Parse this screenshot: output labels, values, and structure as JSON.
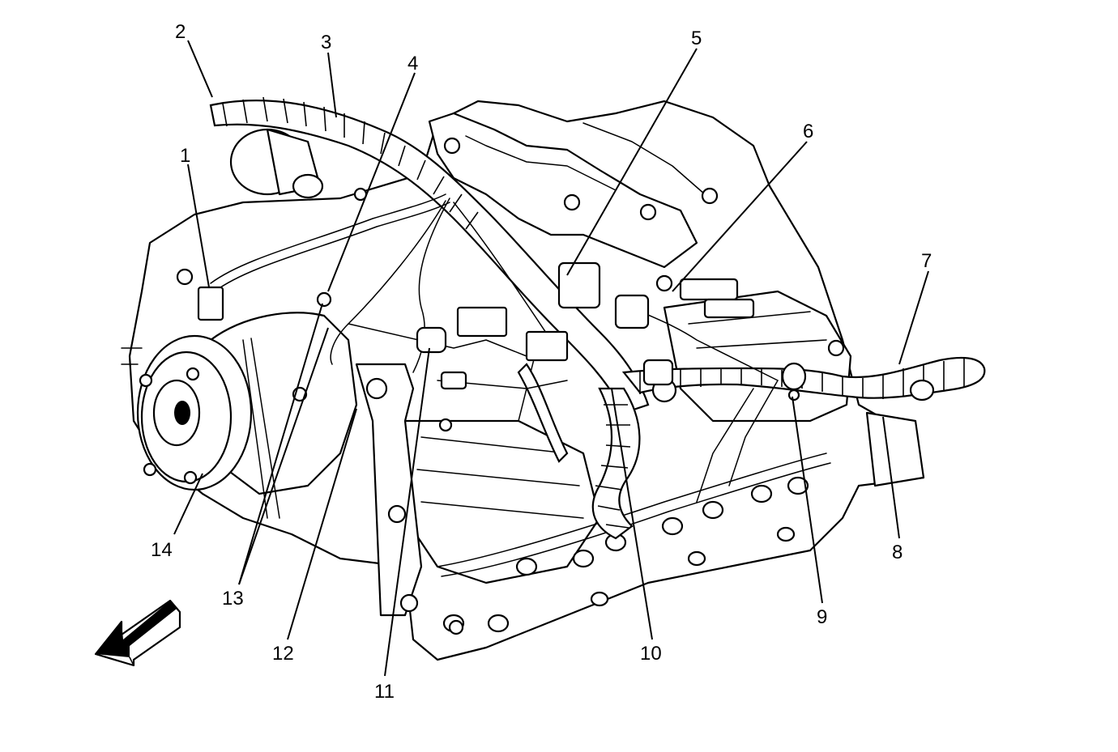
{
  "diagram": {
    "callouts": [
      {
        "id": 1,
        "label": "1"
      },
      {
        "id": 2,
        "label": "2"
      },
      {
        "id": 3,
        "label": "3"
      },
      {
        "id": 4,
        "label": "4"
      },
      {
        "id": 5,
        "label": "5"
      },
      {
        "id": 6,
        "label": "6"
      },
      {
        "id": 7,
        "label": "7"
      },
      {
        "id": 8,
        "label": "8"
      },
      {
        "id": 9,
        "label": "9"
      },
      {
        "id": 10,
        "label": "10"
      },
      {
        "id": 11,
        "label": "11"
      },
      {
        "id": 12,
        "label": "12"
      },
      {
        "id": 13,
        "label": "13"
      },
      {
        "id": 14,
        "label": "14"
      }
    ],
    "line_color": "#000000",
    "background": "#ffffff",
    "front_arrow_icon": "front-direction-arrow-icon"
  }
}
